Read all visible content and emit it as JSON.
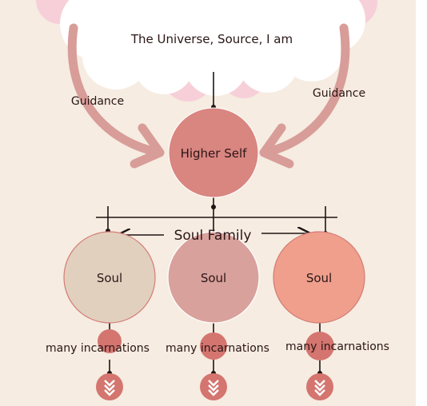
{
  "title": "The Universe, Source, I am",
  "guidance_left": "Guidance",
  "guidance_right": "Guidance",
  "higher_self": "Higher Self",
  "soul_family": "Soul Family",
  "souls": [
    {
      "label": "Soul",
      "incarnation_label": "many incarnations",
      "color": "#e2d0bf"
    },
    {
      "label": "Soul",
      "incarnation_label": "many incarnations",
      "color": "#d9a19c"
    },
    {
      "label": "Soul",
      "incarnation_label": "many incarnations",
      "color": "#ef9f8c"
    }
  ],
  "colors": {
    "background": "#f6ece1",
    "cloud": "#ffffff",
    "cloud_shadow": "#f6cfd9",
    "higher_self": "#d98580",
    "arrow": "#d89d98",
    "incarnation_dot": "#d4756f",
    "line": "#1e1414"
  },
  "icons": {
    "cloud": "cloud-shape",
    "incarnation_marker": "double-chevron-down-icon"
  }
}
